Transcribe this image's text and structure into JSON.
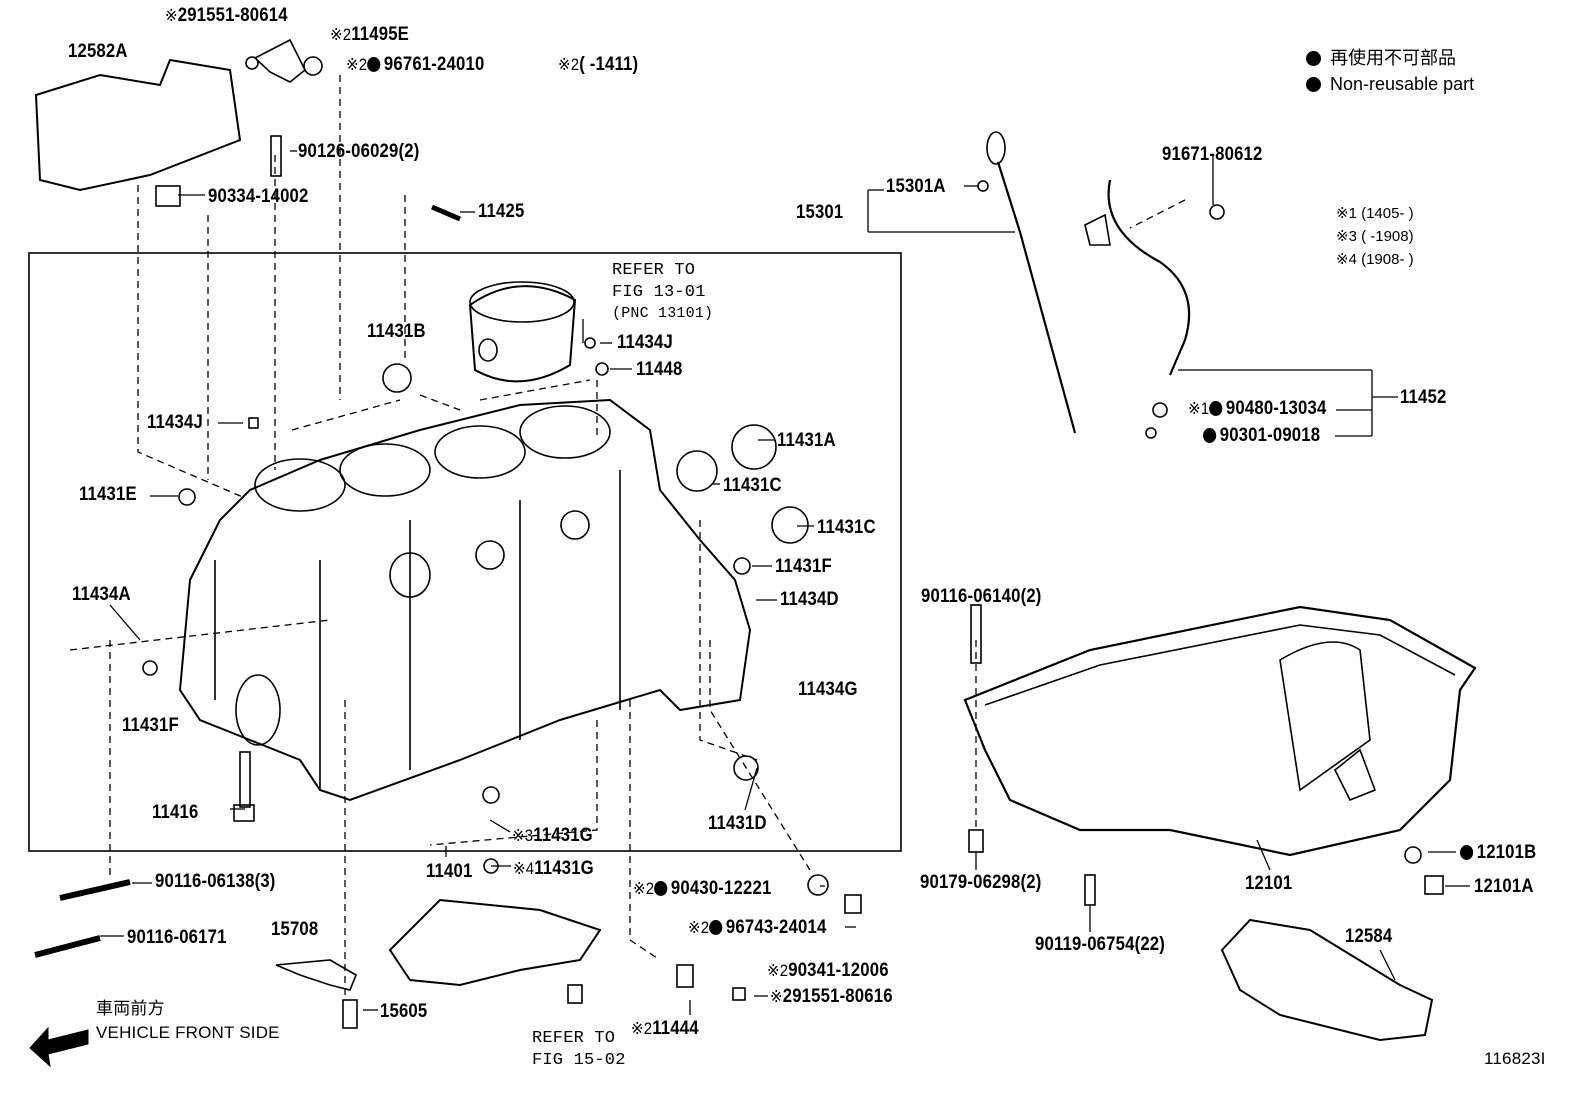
{
  "legend": {
    "japanese": "再使用不可部品",
    "english": "Non-reusable part"
  },
  "date_notes": [
    "※1 (1405-     )",
    "※3 (     -1908)",
    "※4 (1908-     )"
  ],
  "parts": [
    {
      "id": "12582A",
      "text": "12582A",
      "marker": "",
      "dot": false
    },
    {
      "id": "291551-80614",
      "text": "291551-80614",
      "marker": "※",
      "dot": false
    },
    {
      "id": "11495E",
      "text": "11495E",
      "marker": "※2",
      "dot": false
    },
    {
      "id": "96761-24010",
      "text": "96761-24010",
      "marker": "※2",
      "dot": true
    },
    {
      "id": "date-note-2",
      "text": "( -1411)",
      "marker": "※2",
      "dot": false
    },
    {
      "id": "90126-06029",
      "text": "90126-06029(2)",
      "marker": "",
      "dot": false
    },
    {
      "id": "90334-14002",
      "text": "90334-14002",
      "marker": "",
      "dot": false
    },
    {
      "id": "11425",
      "text": "11425",
      "marker": "",
      "dot": false
    },
    {
      "id": "15301A",
      "text": "15301A",
      "marker": "",
      "dot": false
    },
    {
      "id": "15301",
      "text": "15301",
      "marker": "",
      "dot": false
    },
    {
      "id": "91671-80612",
      "text": "91671-80612",
      "marker": "",
      "dot": false
    },
    {
      "id": "11431B",
      "text": "11431B",
      "marker": "",
      "dot": false
    },
    {
      "id": "11434J-top",
      "text": "11434J",
      "marker": "",
      "dot": false
    },
    {
      "id": "11448",
      "text": "11448",
      "marker": "",
      "dot": false
    },
    {
      "id": "11434J-left",
      "text": "11434J",
      "marker": "",
      "dot": false
    },
    {
      "id": "11431A",
      "text": "11431A",
      "marker": "",
      "dot": false
    },
    {
      "id": "11431E",
      "text": "11431E",
      "marker": "",
      "dot": false
    },
    {
      "id": "11431C-1",
      "text": "11431C",
      "marker": "",
      "dot": false
    },
    {
      "id": "11431C-2",
      "text": "11431C",
      "marker": "",
      "dot": false
    },
    {
      "id": "11431F-right",
      "text": "11431F",
      "marker": "",
      "dot": false
    },
    {
      "id": "11434D",
      "text": "11434D",
      "marker": "",
      "dot": false
    },
    {
      "id": "11434A",
      "text": "11434A",
      "marker": "",
      "dot": false
    },
    {
      "id": "11434G",
      "text": "11434G",
      "marker": "",
      "dot": false
    },
    {
      "id": "11431F-left",
      "text": "11431F",
      "marker": "",
      "dot": false
    },
    {
      "id": "11416",
      "text": "11416",
      "marker": "",
      "dot": false
    },
    {
      "id": "11431D",
      "text": "11431D",
      "marker": "",
      "dot": false
    },
    {
      "id": "11431G-3",
      "text": "11431G",
      "marker": "※3",
      "dot": false
    },
    {
      "id": "11401",
      "text": "11401",
      "marker": "",
      "dot": false
    },
    {
      "id": "11431G-4",
      "text": "11431G",
      "marker": "※4",
      "dot": false
    },
    {
      "id": "90480-13034",
      "text": "90480-13034",
      "marker": "※1",
      "dot": true
    },
    {
      "id": "11452",
      "text": "11452",
      "marker": "",
      "dot": false
    },
    {
      "id": "90301-09018",
      "text": "90301-09018",
      "marker": "",
      "dot": true
    },
    {
      "id": "90116-06140",
      "text": "90116-06140(2)",
      "marker": "",
      "dot": false
    },
    {
      "id": "90116-06138",
      "text": "90116-06138(3)",
      "marker": "",
      "dot": false
    },
    {
      "id": "90116-06171",
      "text": "90116-06171",
      "marker": "",
      "dot": false
    },
    {
      "id": "90430-12221",
      "text": "90430-12221",
      "marker": "※2",
      "dot": true
    },
    {
      "id": "15708",
      "text": "15708",
      "marker": "",
      "dot": false
    },
    {
      "id": "96743-24014",
      "text": "96743-24014",
      "marker": "※2",
      "dot": true
    },
    {
      "id": "90341-12006",
      "text": "90341-12006",
      "marker": "※2",
      "dot": false
    },
    {
      "id": "291551-80616",
      "text": "291551-80616",
      "marker": "※",
      "dot": false
    },
    {
      "id": "15605",
      "text": "15605",
      "marker": "",
      "dot": false
    },
    {
      "id": "11444",
      "text": "11444",
      "marker": "※2",
      "dot": false
    },
    {
      "id": "90179-06298",
      "text": "90179-06298(2)",
      "marker": "",
      "dot": false
    },
    {
      "id": "12101",
      "text": "12101",
      "marker": "",
      "dot": false
    },
    {
      "id": "12101B",
      "text": "12101B",
      "marker": "",
      "dot": true
    },
    {
      "id": "12101A",
      "text": "12101A",
      "marker": "",
      "dot": false
    },
    {
      "id": "90119-06754",
      "text": "90119-06754(22)",
      "marker": "",
      "dot": false
    },
    {
      "id": "12584",
      "text": "12584",
      "marker": "",
      "dot": false
    }
  ],
  "refer_notes": [
    {
      "id": "refer-13-01",
      "lines": [
        "REFER TO",
        "FIG 13-01",
        "(PNC 13101)"
      ]
    },
    {
      "id": "refer-15-02",
      "lines": [
        "REFER TO",
        "FIG 15-02"
      ]
    }
  ],
  "front_note": {
    "japanese": "車両前方",
    "english": "VEHICLE FRONT SIDE"
  },
  "illustration_id": "116823I"
}
